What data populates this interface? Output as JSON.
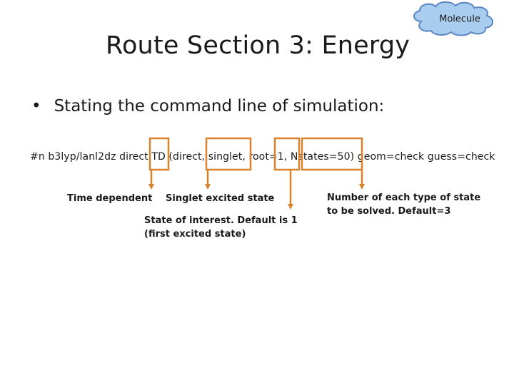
{
  "badge": {
    "label": "Molecule",
    "fill": "#a9cdee",
    "stroke": "#5b86c4"
  },
  "title": "Route Section 3: Energy",
  "bullet": {
    "symbol": "•",
    "text": "Stating the command line of simulation:"
  },
  "command": {
    "prefix": "#n b3lyp/lanl2dz direct ",
    "seg_td": "TD",
    "seg_direct": " (direct, ",
    "seg_singlet": "singlet",
    "seg_root": ", root=1, ",
    "seg_nstates": "Nstates=50",
    "seg_suffix": ") geom=check guess=check"
  },
  "annotations": {
    "time_dependent": "Time dependent",
    "singlet_excited": "Singlet excited state",
    "state_of_interest_1": "State of interest. Default is 1",
    "state_of_interest_2": "(first excited state)",
    "number_of_states_1": "Number of each type of state",
    "number_of_states_2": "to be solved. Default=3"
  },
  "colors": {
    "highlight": "#d9822b",
    "arrow": "#d9822b"
  }
}
